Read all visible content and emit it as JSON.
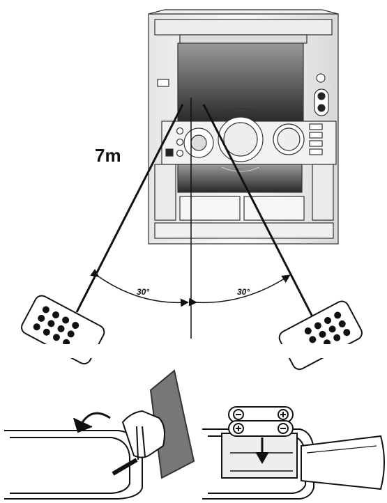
{
  "diagram": {
    "distance_label": "7m",
    "angle_left_label": "30°",
    "angle_right_label": "30°"
  },
  "icons": {
    "stereo": "stereo-system-icon",
    "remote_left": "remote-control-icon",
    "remote_right": "remote-control-icon",
    "battery_removal": "battery-cover-removal-icon",
    "battery_insert": "battery-insertion-icon"
  }
}
